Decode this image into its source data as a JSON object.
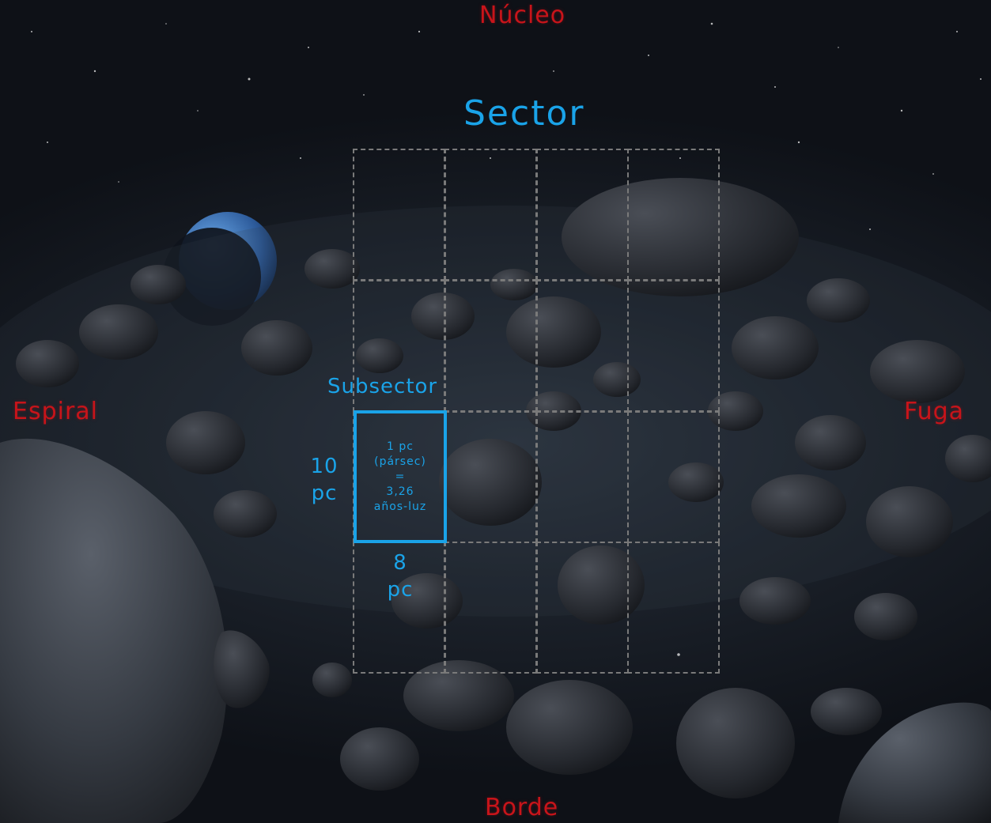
{
  "diagram": {
    "title": "Sector",
    "subsector_label": "Subsector",
    "directions": {
      "top": "Núcleo",
      "bottom": "Borde",
      "left": "Espiral",
      "right": "Fuga"
    },
    "subsector_cell": {
      "line1": "1 pc",
      "line2": "(pársec)",
      "line3": "=",
      "line4": "3,26",
      "line5": "años-luz"
    },
    "dimensions": {
      "height_value": "10",
      "height_unit": "pc",
      "width_value": "8",
      "width_unit": "pc"
    },
    "grid": {
      "columns": 4,
      "rows": 4,
      "highlighted_cell": {
        "row": 3,
        "column": 1
      }
    }
  },
  "colors": {
    "direction_label": "#c8141a",
    "accent_blue": "#1aa3e8",
    "grid_line": "#7a7a7a",
    "background": "#0e1117"
  }
}
